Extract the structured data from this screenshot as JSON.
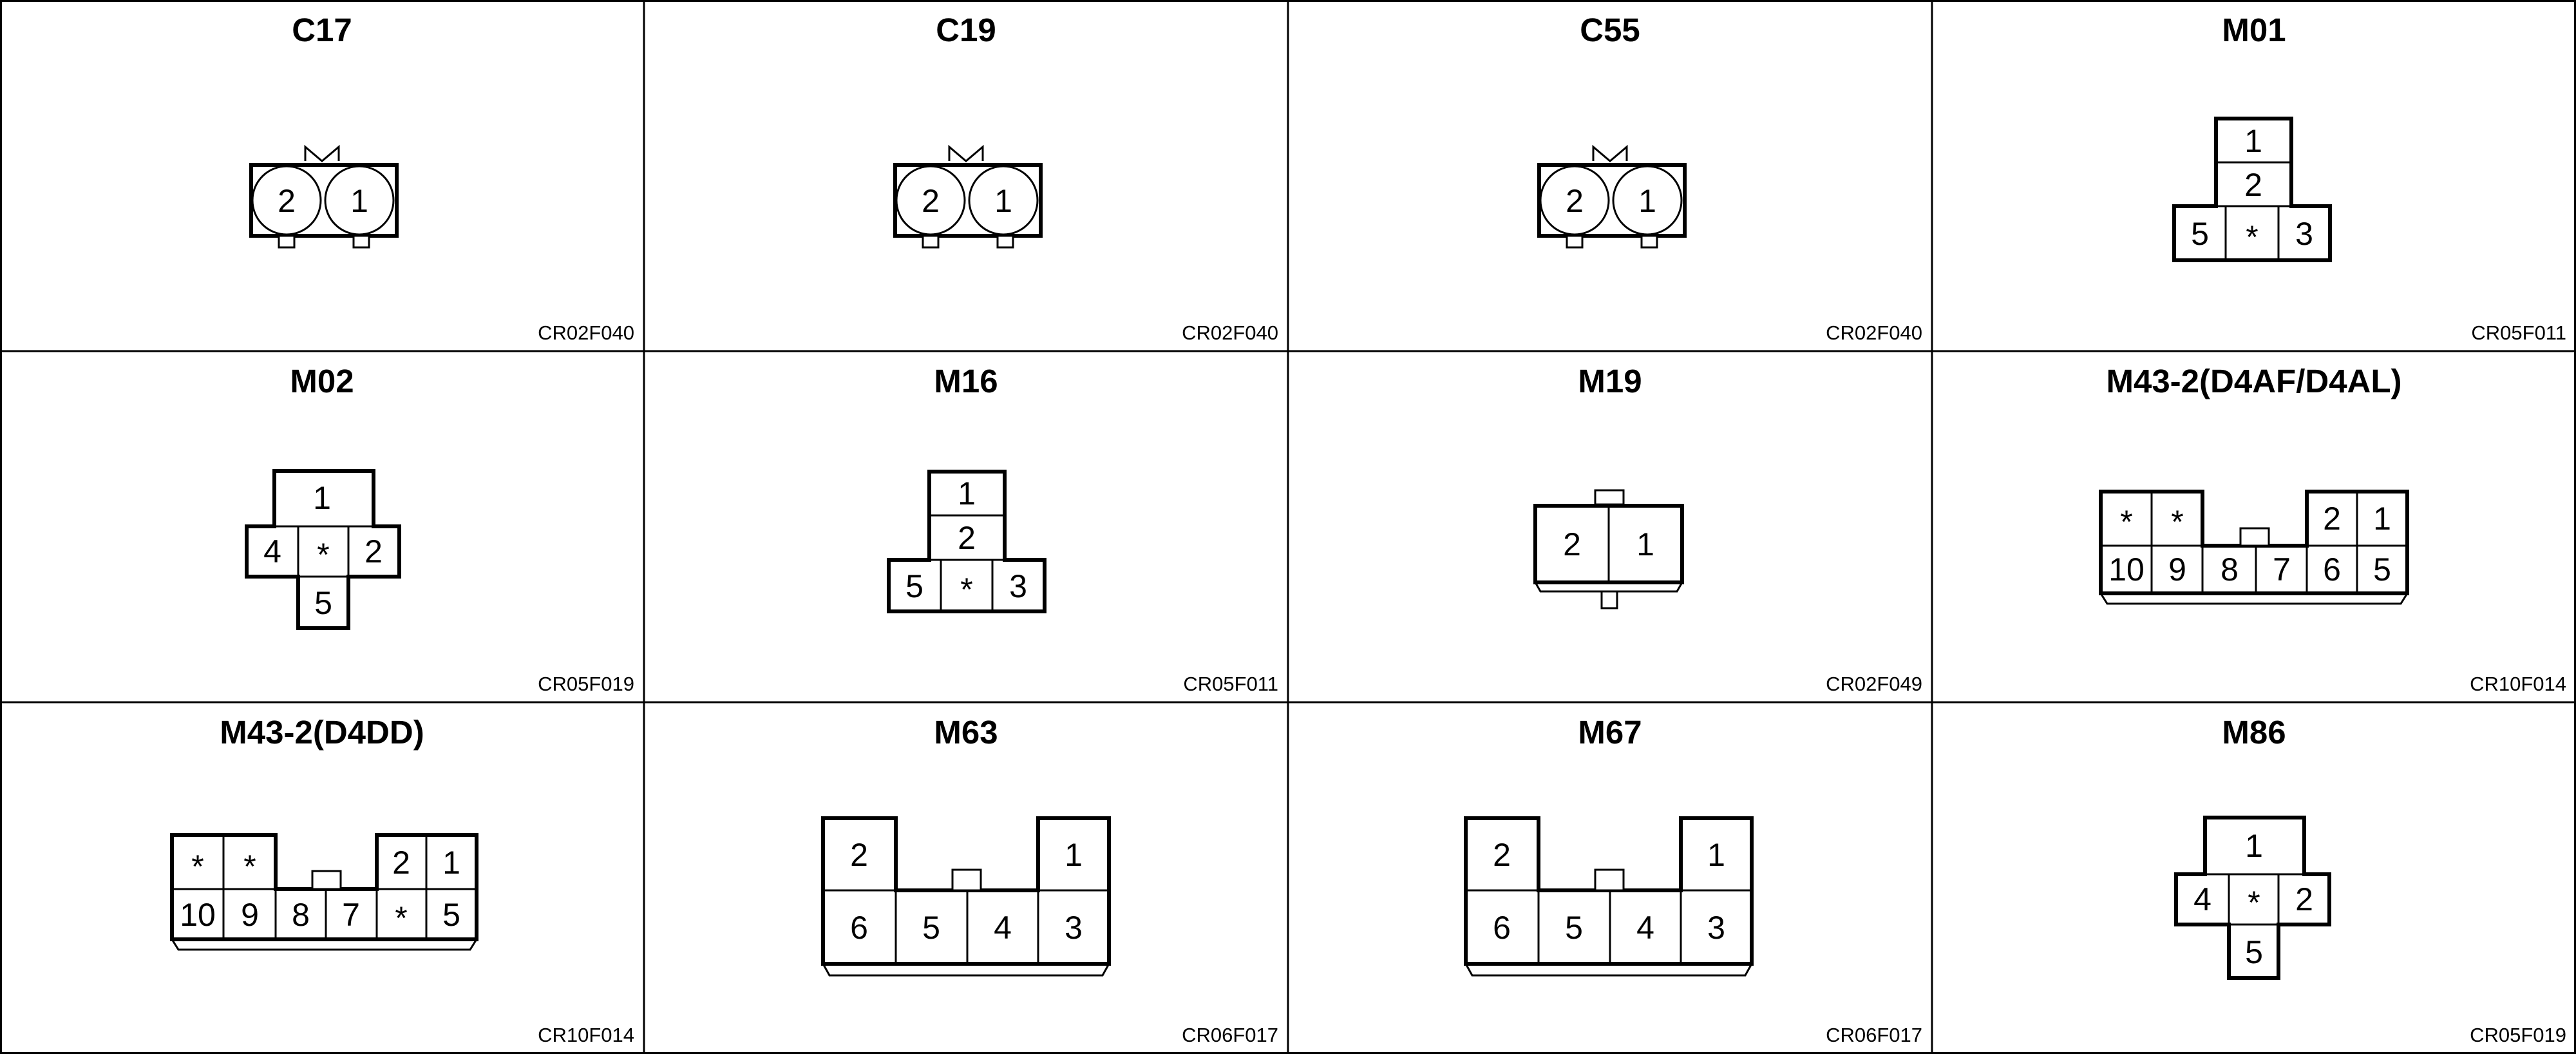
{
  "connectors": [
    {
      "title": "C17",
      "code": "CR02F040",
      "pins": [
        "2",
        "1"
      ]
    },
    {
      "title": "C19",
      "code": "CR02F040",
      "pins": [
        "2",
        "1"
      ]
    },
    {
      "title": "C55",
      "code": "CR02F040",
      "pins": [
        "2",
        "1"
      ]
    },
    {
      "title": "M01",
      "code": "CR05F011",
      "pins": [
        "1",
        "2",
        "5",
        "*",
        "3"
      ]
    },
    {
      "title": "M02",
      "code": "CR05F019",
      "pins": [
        "1",
        "4",
        "*",
        "2",
        "5"
      ]
    },
    {
      "title": "M16",
      "code": "CR05F011",
      "pins": [
        "1",
        "2",
        "5",
        "*",
        "3"
      ]
    },
    {
      "title": "M19",
      "code": "CR02F049",
      "pins": [
        "2",
        "1"
      ]
    },
    {
      "title": "M43-2(D4AF/D4AL)",
      "code": "CR10F014",
      "pins": [
        "*",
        "*",
        "2",
        "1",
        "10",
        "9",
        "8",
        "7",
        "6",
        "5"
      ]
    },
    {
      "title": "M43-2(D4DD)",
      "code": "CR10F014",
      "pins": [
        "*",
        "*",
        "2",
        "1",
        "10",
        "9",
        "8",
        "7",
        "*",
        "5"
      ]
    },
    {
      "title": "M63",
      "code": "CR06F017",
      "pins": [
        "2",
        "1",
        "6",
        "5",
        "4",
        "3"
      ]
    },
    {
      "title": "M67",
      "code": "CR06F017",
      "pins": [
        "2",
        "1",
        "6",
        "5",
        "4",
        "3"
      ]
    },
    {
      "title": "M86",
      "code": "CR05F019",
      "pins": [
        "1",
        "4",
        "*",
        "2",
        "5"
      ]
    }
  ]
}
